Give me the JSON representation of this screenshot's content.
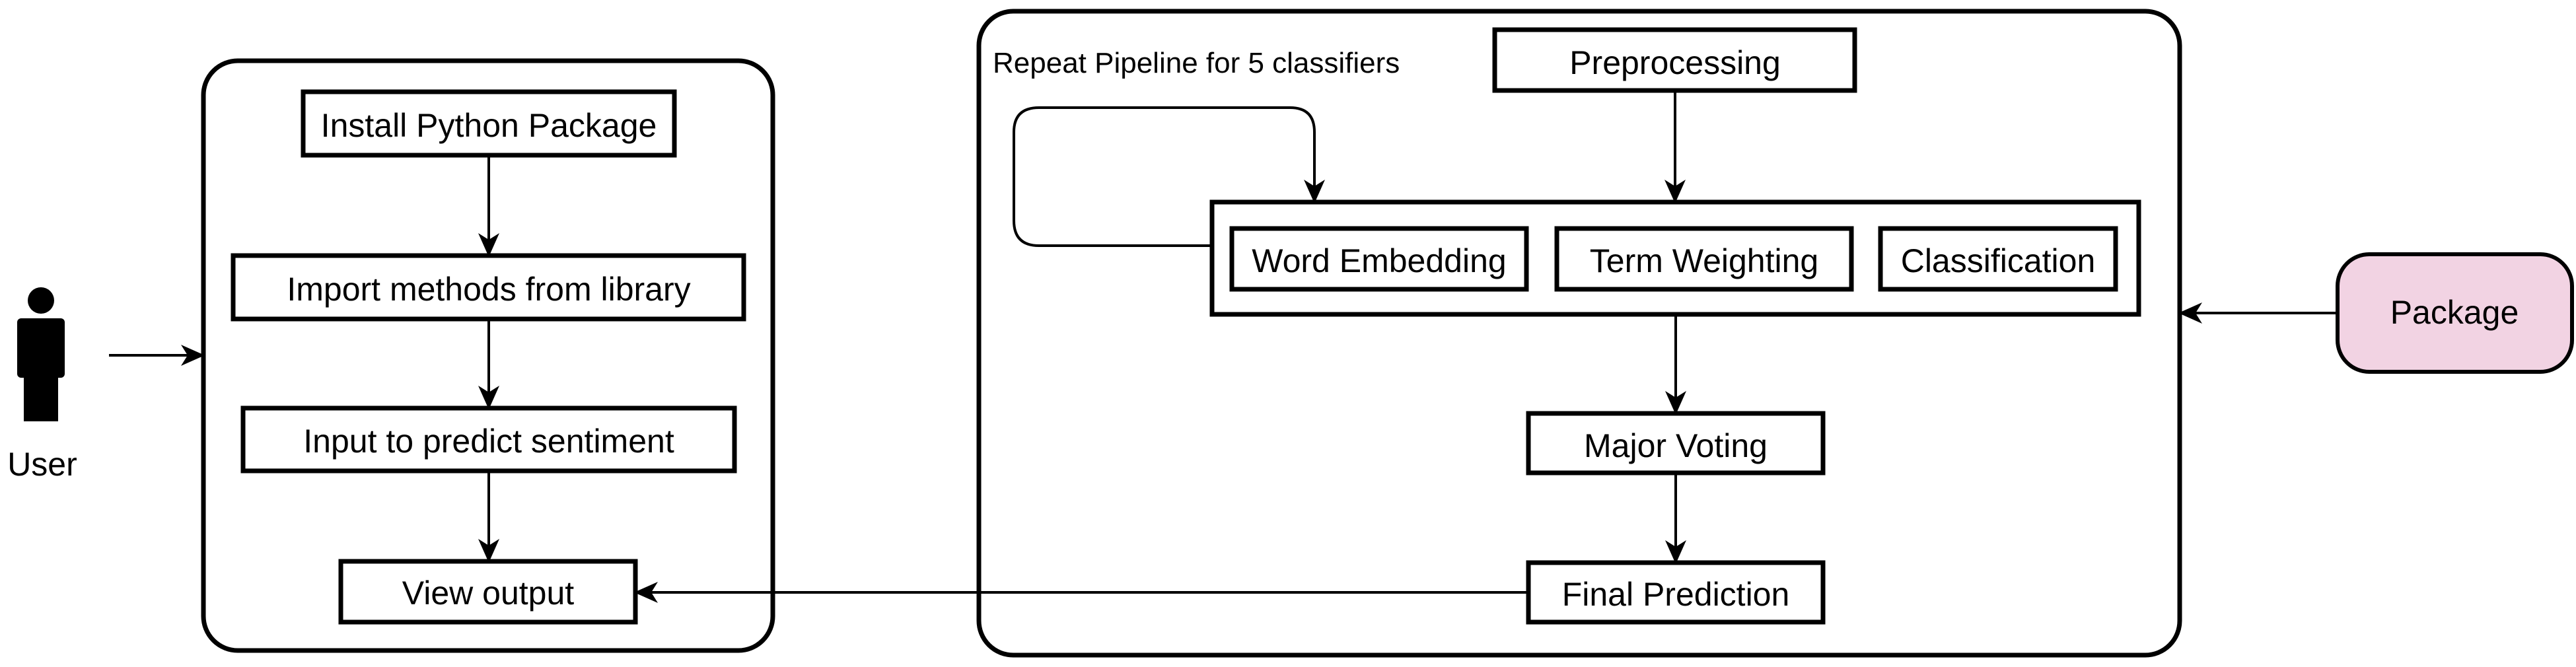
{
  "user": {
    "label": "User"
  },
  "client_flow": {
    "steps": [
      "Install Python Package",
      "Import methods from library",
      "Input to predict sentiment",
      "View output"
    ]
  },
  "pipeline": {
    "repeat_note": "Repeat Pipeline for 5 classifiers",
    "preprocessing": "Preprocessing",
    "stages": [
      "Word Embedding",
      "Term Weighting",
      "Classification"
    ],
    "voting": "Major Voting",
    "final": "Final Prediction"
  },
  "package": {
    "label": "Package",
    "fill": "#f2d3e3"
  }
}
